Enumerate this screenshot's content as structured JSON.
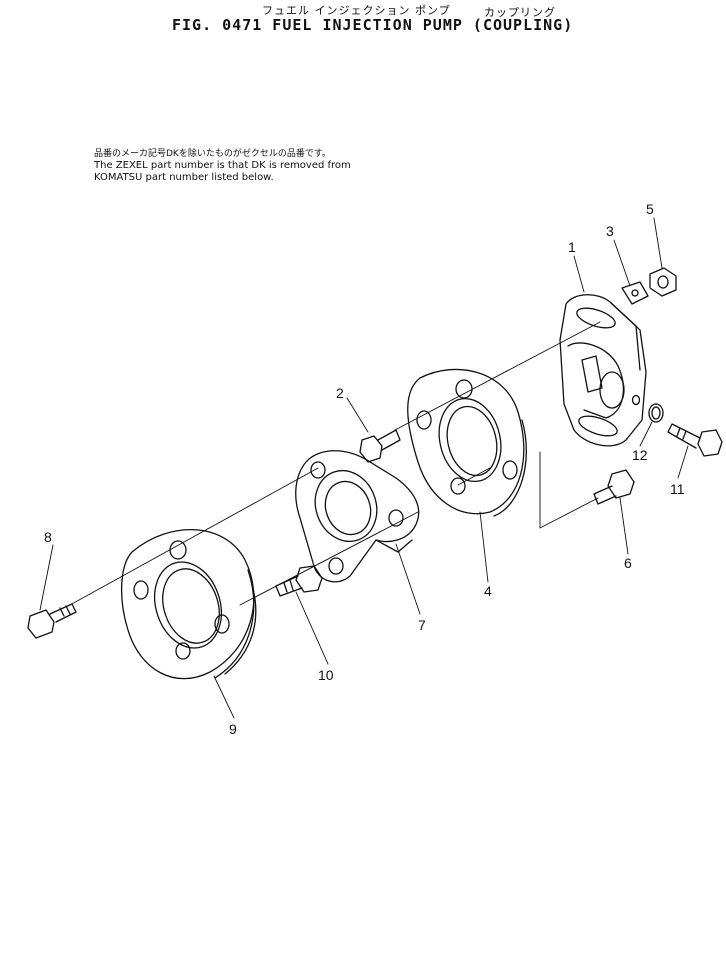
{
  "header": {
    "jp_title_1": "フュエル インジェクション ポンプ",
    "jp_title_2": "カップリング",
    "title": "FIG. 0471   FUEL  INJECTION  PUMP  (COUPLING)"
  },
  "note": {
    "jp": "品番のメーカ記号DKを除いたものがゼクセルの品番です。",
    "line1": "The ZEXEL part number is that DK is removed from",
    "line2": "KOMATSU part number listed below."
  },
  "callouts": {
    "c1": "1",
    "c2": "2",
    "c3": "3",
    "c4": "4",
    "c5": "5",
    "c6": "6",
    "c7": "7",
    "c8": "8",
    "c9": "9",
    "c10": "10",
    "c11": "11",
    "c12": "12"
  }
}
